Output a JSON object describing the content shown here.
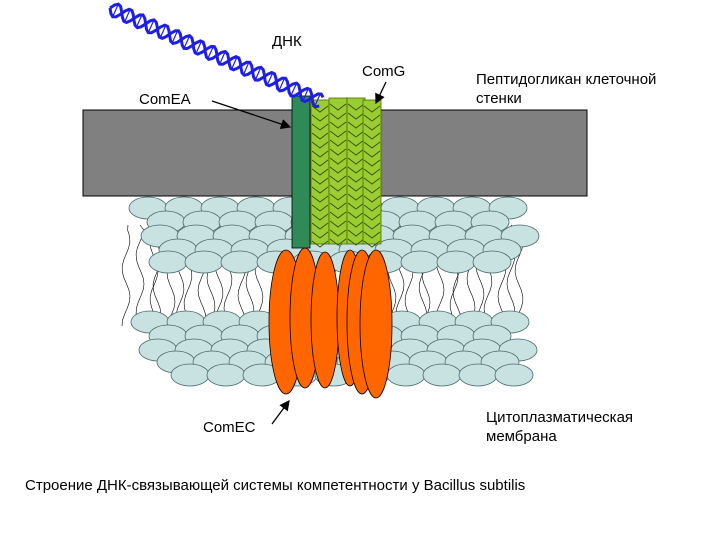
{
  "labels": {
    "dna": "ДНК",
    "comg": "ComG",
    "comea": "ComEA",
    "peptidoglycan_line1": "Пептидогликан клеточной",
    "peptidoglycan_line2": "стенки",
    "comec": "ComEC",
    "membrane_line1": "Цитоплазматическая",
    "membrane_line2": "мембрана"
  },
  "caption": "Строение ДНК-связывающей системы компетентности у Bacillus subtilis",
  "colors": {
    "dna_helix": "#1e1ee6",
    "cell_wall": "#808080",
    "lipid_head": "#c8e1e1",
    "comea": "#2e8b57",
    "comg": "#9acd32",
    "comec": "#ff6600"
  }
}
